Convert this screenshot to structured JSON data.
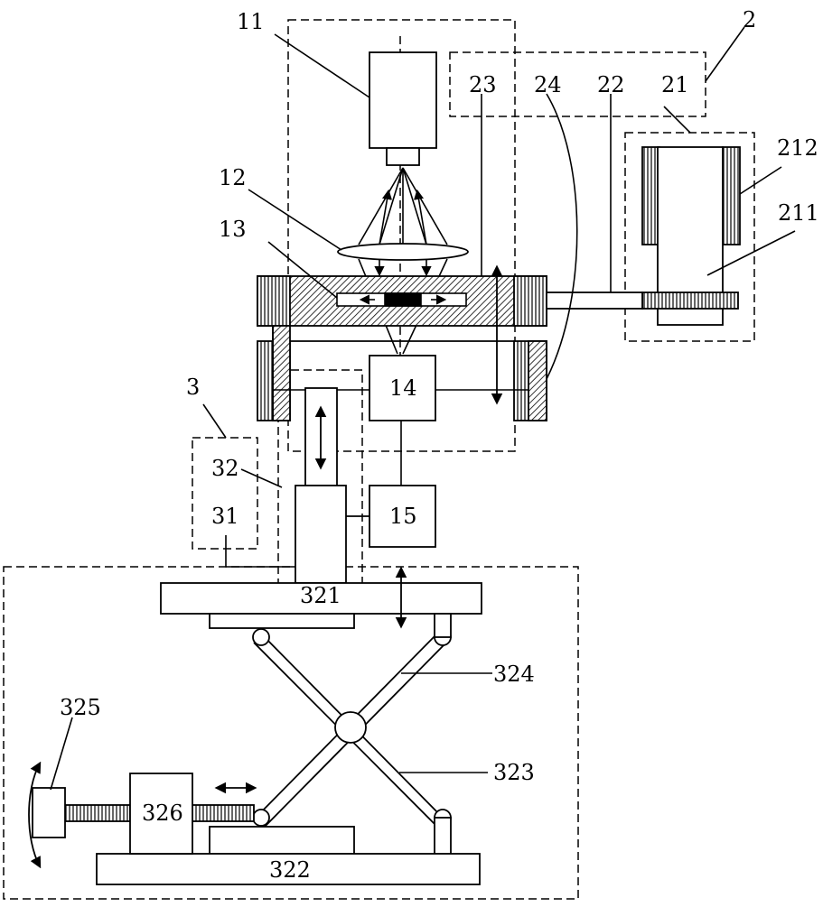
{
  "labels": {
    "l11": "11",
    "l12": "12",
    "l13": "13",
    "l14": "14",
    "l15": "15",
    "l2": "2",
    "l21": "21",
    "l22": "22",
    "l23": "23",
    "l24": "24",
    "l211": "211",
    "l212": "212",
    "l3": "3",
    "l31": "31",
    "l32": "32",
    "l321": "321",
    "l322": "322",
    "l323": "323",
    "l324": "324",
    "l325": "325",
    "l326": "326"
  },
  "colors": {
    "stroke": "#000000",
    "hatch": "#000000",
    "background": "#ffffff"
  }
}
